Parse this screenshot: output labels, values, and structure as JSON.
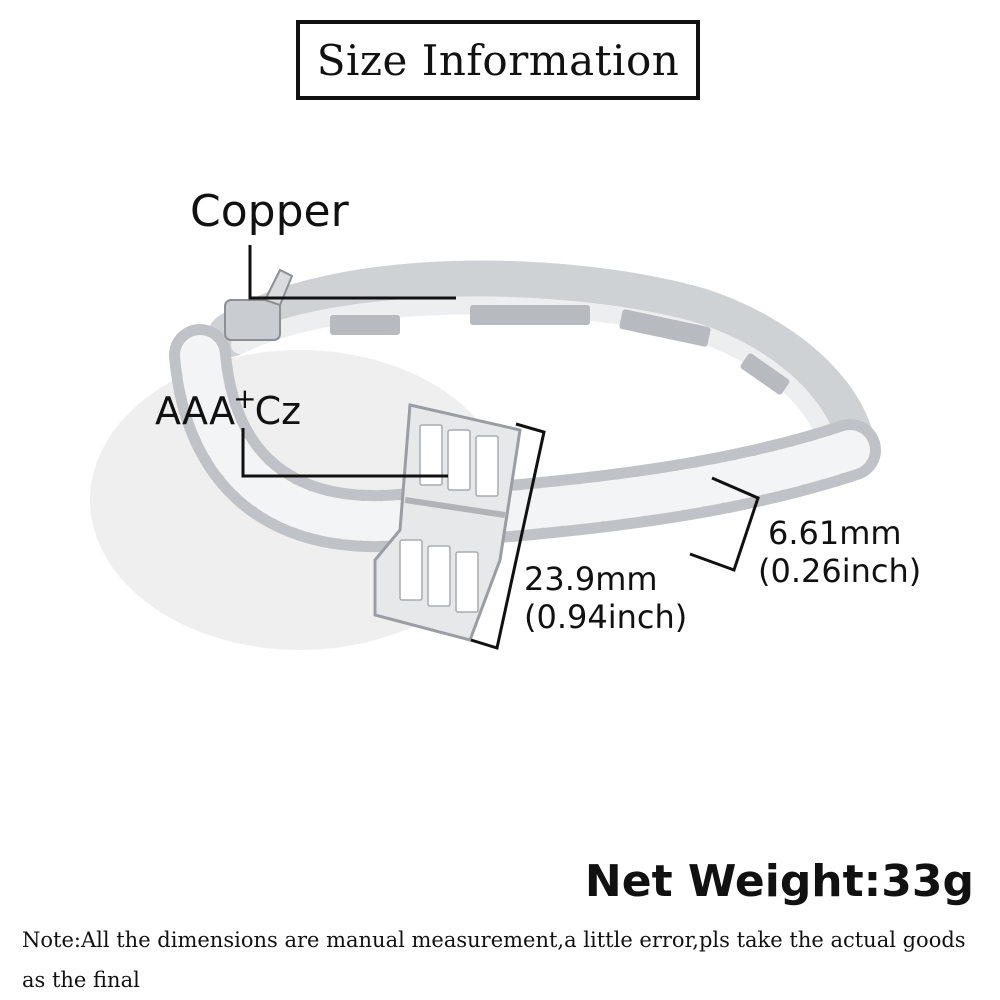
{
  "title": "Size Information",
  "labels": {
    "material": "Copper",
    "stone_prefix": "AAA",
    "stone_plus": "+",
    "stone_suffix": "Cz",
    "height_mm": "23.9mm",
    "height_inch": "(0.94inch)",
    "width_mm": "6.61mm",
    "width_inch": "(0.26inch)"
  },
  "weight": "Net Weight:33g",
  "note": "Note:All the dimensions are manual measurement,a little error,pls take the actual goods as the final",
  "colors": {
    "background": "#ffffff",
    "text": "#111111",
    "metal": "#d9dbdd",
    "metal_dark": "#8c8f93",
    "stone": "#f4f6f8"
  }
}
